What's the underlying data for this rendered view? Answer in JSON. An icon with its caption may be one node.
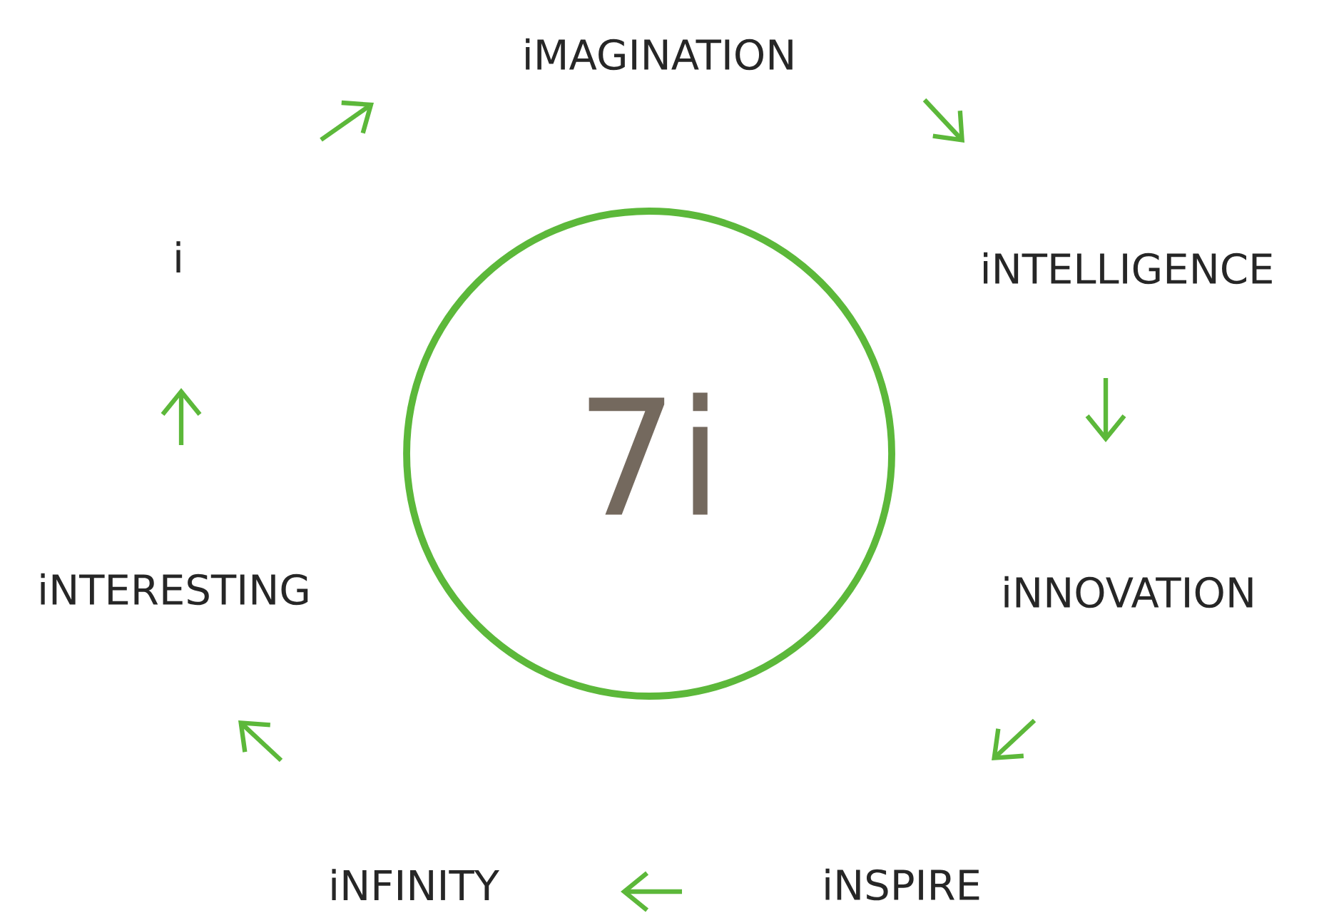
{
  "diagram": {
    "nodes": [
      {
        "text": [
          "7i"
        ]
      },
      {
        "text": [
          "iMAGINATION"
        ]
      },
      {
        "text": [
          "iNTELLIGENCE"
        ]
      },
      {
        "text": [
          "iNNOVATION"
        ]
      },
      {
        "text": [
          "iNSPIRE"
        ]
      },
      {
        "text": [
          "iNFINITY"
        ]
      },
      {
        "text": [
          "iNTERESTING"
        ]
      },
      {
        "text": [
          "i"
        ]
      }
    ]
  }
}
